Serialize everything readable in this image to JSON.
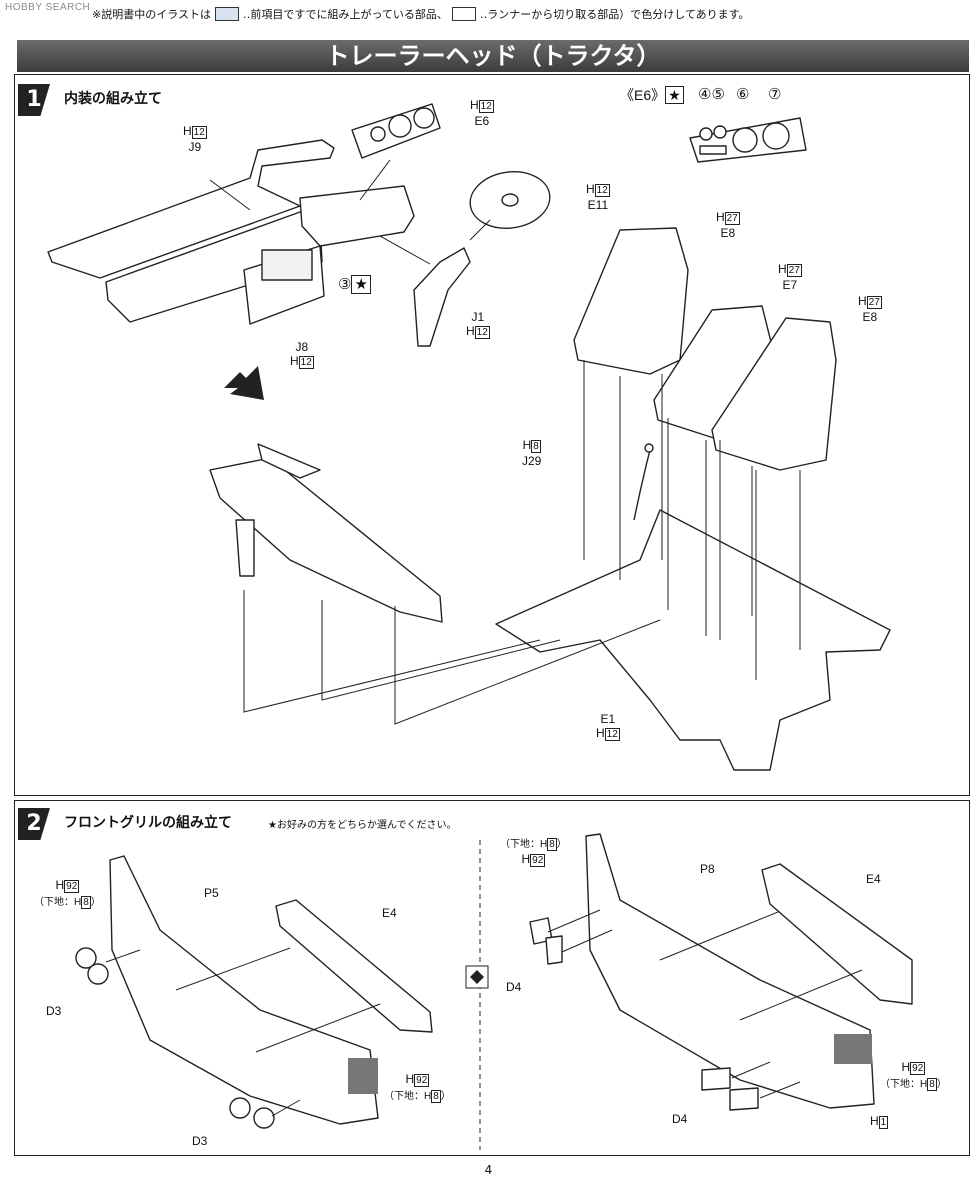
{
  "watermark": "HOBBY SEARCH",
  "legend": {
    "lead": "※説明書中のイラストは",
    "blue_text": "‥前項目ですでに組み上がっている部品、",
    "white_text": "‥ランナーから切り取る部品）で色分けしてあります。"
  },
  "section_title": "トレーラーヘッド（トラクタ）",
  "step1": {
    "number": "1",
    "title": "内装の組み立て",
    "e6_detail": "《E6》",
    "gauges": [
      "④⑤",
      "⑥",
      "⑦"
    ],
    "gauge_marker": "③",
    "parts": {
      "dash_panel": {
        "color": "H",
        "color_num": "12",
        "part": "E6"
      },
      "dashboard": {
        "color": "H",
        "color_num": "12",
        "part": "J9"
      },
      "steering": {
        "color": "H",
        "color_num": "12",
        "part": "E11"
      },
      "column": {
        "part": "J1",
        "color": "H",
        "color_num": "12"
      },
      "console": {
        "part": "J8",
        "color": "H",
        "color_num": "12"
      },
      "seat_driver": {
        "color": "H",
        "color_num": "27",
        "part": "E8"
      },
      "seat_center": {
        "color": "H",
        "color_num": "27",
        "part": "E7"
      },
      "seat_passenger": {
        "color": "H",
        "color_num": "27",
        "part": "E8"
      },
      "shift_lever": {
        "color": "H",
        "color_num": "8",
        "part": "J29"
      },
      "floor": {
        "part": "E1",
        "color": "H",
        "color_num": "12"
      }
    }
  },
  "step2": {
    "number": "2",
    "title": "フロントグリルの組み立て",
    "note": "★お好みの方をどちらか選んでください。",
    "left": {
      "grille_color": {
        "color": "H",
        "color_num": "92",
        "base": "（下地：H",
        "base_num": "8",
        "base_close": "）"
      },
      "grille": "P5",
      "frame": "E4",
      "lamp_a": "D3",
      "lamp_b": "D3",
      "corner_color": {
        "color": "H",
        "color_num": "92",
        "base": "（下地：H",
        "base_num": "8",
        "base_close": "）"
      }
    },
    "right": {
      "grille_color": {
        "base": "（下地：H",
        "base_num": "8",
        "base_close": "）",
        "color": "H",
        "color_num": "92"
      },
      "grille": "P8",
      "frame": "E4",
      "lamp_a": "D4",
      "lamp_b": "D4",
      "corner_color": {
        "color": "H",
        "color_num": "92",
        "base": "（下地：H",
        "base_num": "8",
        "base_close": "）"
      },
      "corner_color2": {
        "color": "H",
        "color_num": "1"
      }
    }
  },
  "page_number": "4"
}
